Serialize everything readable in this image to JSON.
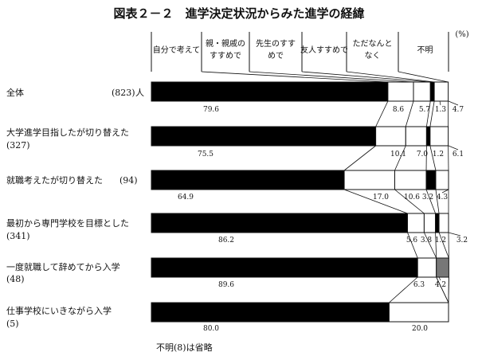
{
  "chart_data": {
    "type": "bar",
    "stacked": true,
    "orientation": "horizontal",
    "title": "図表２－２　進学決定状況からみた進学の経緯",
    "unit": "(%)",
    "legend_placement": "top",
    "series": [
      {
        "name": "自分で考えて",
        "color": "#000000"
      },
      {
        "name": "親・親戚のすすめで",
        "color": "#ffffff"
      },
      {
        "name": "先生のすすめで",
        "color": "#ffffff"
      },
      {
        "name": "友人すすめで",
        "color": "#000000"
      },
      {
        "name": "ただなんとなく",
        "color": "#ffffff"
      },
      {
        "name": "不明",
        "color": "#ffffff"
      }
    ],
    "rows": [
      {
        "label": "全体",
        "n": "(823)",
        "suffix": "人",
        "values": [
          79.6,
          8.6,
          5.7,
          1.3,
          4.7,
          0
        ],
        "labels": [
          "79.6",
          "8.6",
          "5.7",
          "1.3",
          "4.7"
        ]
      },
      {
        "label": "大学進学目指したが切り替えた",
        "n": "(327)",
        "suffix": "",
        "values": [
          75.5,
          10.1,
          7.0,
          1.2,
          6.1,
          0
        ],
        "labels": [
          "75.5",
          "10.1",
          "7.0",
          "1.2",
          "6.1"
        ]
      },
      {
        "label": "就職考えたが切り替えた",
        "n": "(94)",
        "suffix": "",
        "values": [
          64.9,
          17.0,
          10.6,
          3.2,
          4.3,
          0
        ],
        "labels": [
          "64.9",
          "17.0",
          "10.6",
          "3.2",
          "4.3"
        ]
      },
      {
        "label": "最初から専門学校を目標とした",
        "n": "(341)",
        "suffix": "",
        "values": [
          86.2,
          5.6,
          3.8,
          1.2,
          3.2,
          0
        ],
        "labels": [
          "86.2",
          "5.6",
          "3.8",
          "1.2",
          "3.2"
        ]
      },
      {
        "label": "一度就職して辞めてから入学",
        "n": "(48)",
        "suffix": "",
        "values": [
          89.6,
          6.3,
          0,
          4.2,
          0,
          0
        ],
        "labels": [
          "89.6",
          "6.3",
          "4.2"
        ]
      },
      {
        "label": "仕事学校にいきながら入学",
        "n": "(5)",
        "suffix": "",
        "values": [
          80.0,
          20.0,
          0,
          0,
          0,
          0
        ],
        "labels": [
          "80.0",
          "20.0"
        ]
      }
    ]
  },
  "footnote": "不明(8)は省略"
}
